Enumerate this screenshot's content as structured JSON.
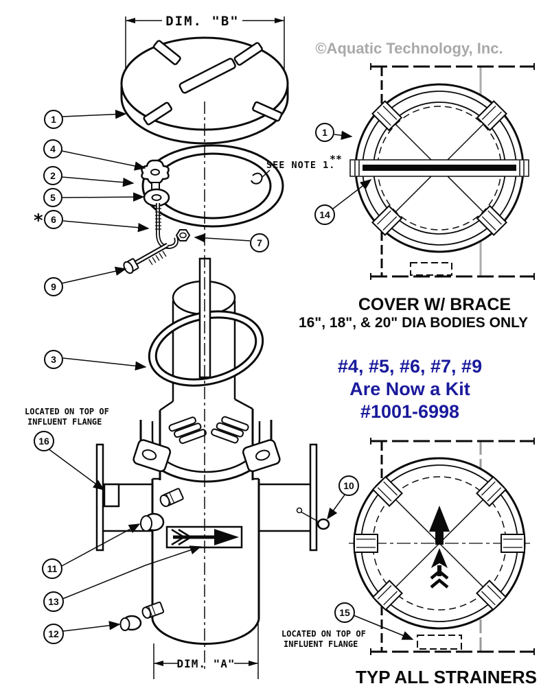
{
  "watermark": "©Aquatic Technology, Inc.",
  "colors": {
    "ink": "#0a0a0a",
    "watermark_gray": "#a9a9a9",
    "kit_blue": "#1a1a9c"
  },
  "exploded": {
    "dim_b": "DIM. \"B\"",
    "dim_a": "DIM. \"A\"",
    "see_note": "SEE NOTE 1.",
    "see_note_stars": "**",
    "star": "*",
    "influent_l1": "LOCATED ON TOP OF",
    "influent_l2": "INFLUENT FLANGE"
  },
  "cover_view": {
    "title_l1": "COVER W/ BRACE",
    "title_l2": "16\", 18\", & 20\" DIA BODIES ONLY"
  },
  "kit_note": {
    "l1": "#4, #5, #6, #7, #9",
    "l2": "Are Now a Kit",
    "l3": "#1001-6998"
  },
  "strainer_view": {
    "title": "TYP ALL STRAINERS",
    "influent_l1": "LOCATED ON TOP OF",
    "influent_l2": "INFLUENT FLANGE"
  },
  "callouts": {
    "n1": "1",
    "n2": "2",
    "n3": "3",
    "n4": "4",
    "n5": "5",
    "n6": "6",
    "n7": "7",
    "n9": "9",
    "n10": "10",
    "n11": "11",
    "n12": "12",
    "n13": "13",
    "n14": "14",
    "n15": "15",
    "n16": "16"
  }
}
